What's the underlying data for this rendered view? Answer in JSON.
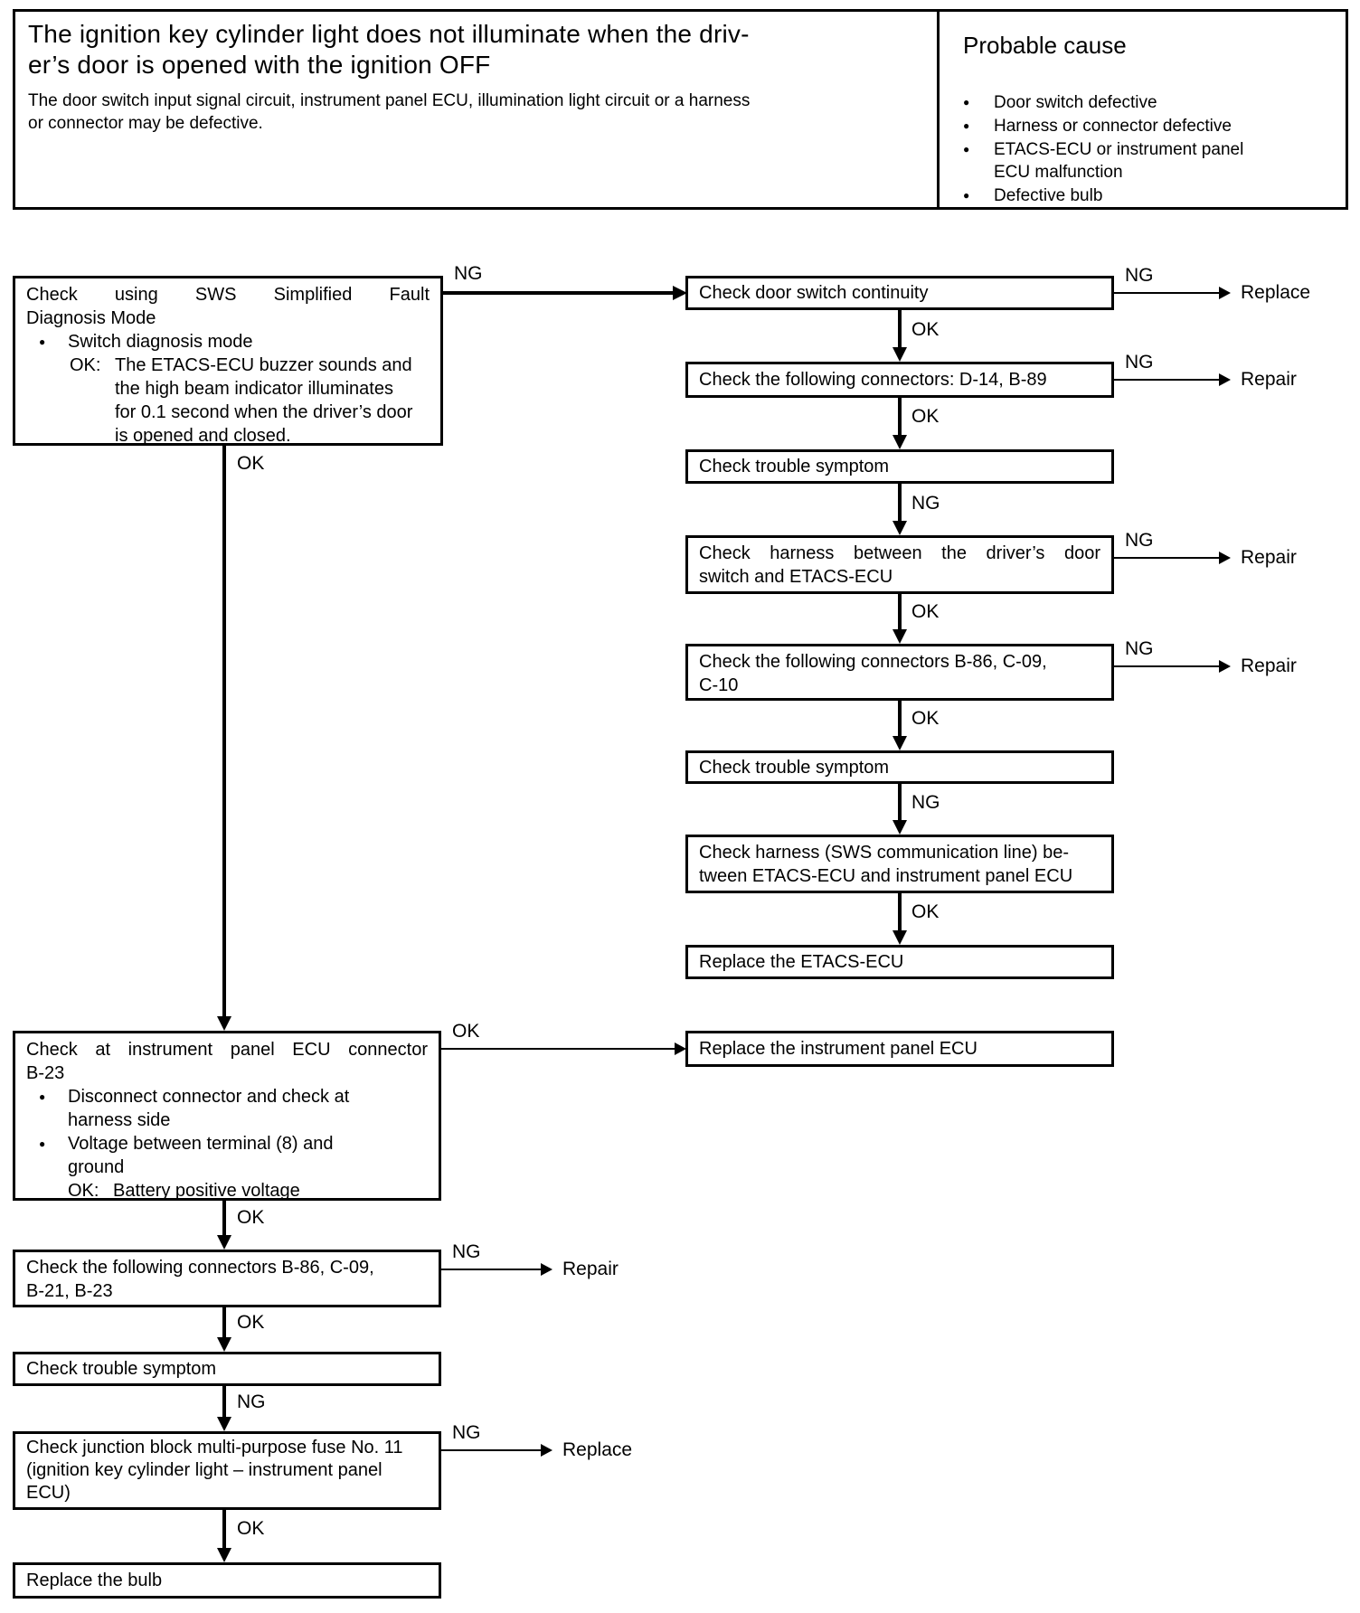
{
  "header": {
    "title_lines": [
      "The ignition key cylinder light does not illuminate when the driv-",
      "er’s door is opened with the ignition OFF"
    ],
    "subtitle_lines": [
      "The door switch input signal circuit, instrument panel ECU, illumination light circuit or a harness",
      "or connector may be defective."
    ],
    "probable_cause": {
      "title": "Probable cause",
      "items": [
        "Door switch defective",
        "Harness or connector defective",
        "ETACS-ECU or instrument panel ECU malfunction",
        "Defective bulb"
      ]
    }
  },
  "flow": {
    "l1": {
      "title_lines": [
        "Check using SWS Simplified Fault",
        "Diagnosis Mode"
      ],
      "bullet": "Switch diagnosis mode",
      "ok_label": "OK:",
      "ok_lines": [
        "The ETACS-ECU buzzer sounds and",
        "the high beam indicator illuminates",
        "for 0.1 second when the driver’s door",
        "is opened and closed."
      ]
    },
    "l2": {
      "title_lines": [
        "Check at instrument panel ECU connector",
        "B-23"
      ],
      "bullet1_lines": [
        "Disconnect connector and check at",
        "harness side"
      ],
      "bullet2_lines": [
        "Voltage between terminal (8) and",
        "ground"
      ],
      "ok_label": "OK:",
      "ok_text": "Battery positive voltage"
    },
    "l3": {
      "lines": [
        "Check the following connectors B-86, C-09,",
        "B-21, B-23"
      ]
    },
    "l4": {
      "text": "Check trouble symptom"
    },
    "l5": {
      "lines": [
        "Check junction block multi-purpose fuse No. 11",
        "(ignition key cylinder light – instrument panel",
        "ECU)"
      ]
    },
    "l6": {
      "text": "Replace the bulb"
    },
    "r1": {
      "text": "Check door switch continuity"
    },
    "r2": {
      "text": "Check the following connectors: D-14, B-89"
    },
    "r3": {
      "text": "Check trouble symptom"
    },
    "r4": {
      "lines": [
        "Check harness between the driver’s door",
        "switch and ETACS-ECU"
      ]
    },
    "r5": {
      "lines": [
        "Check the following connectors B-86, C-09,",
        "C-10"
      ]
    },
    "r6": {
      "text": "Check trouble symptom"
    },
    "r7": {
      "lines": [
        "Check harness (SWS communication line) be-",
        "tween ETACS-ECU and instrument panel ECU"
      ]
    },
    "r8": {
      "text": "Replace the ETACS-ECU"
    },
    "r9": {
      "text": "Replace the instrument panel ECU"
    }
  },
  "labels": {
    "ng": "NG",
    "ok": "OK",
    "replace": "Replace",
    "repair": "Repair"
  },
  "colors": {
    "ink": "#000000",
    "paper": "#ffffff"
  }
}
